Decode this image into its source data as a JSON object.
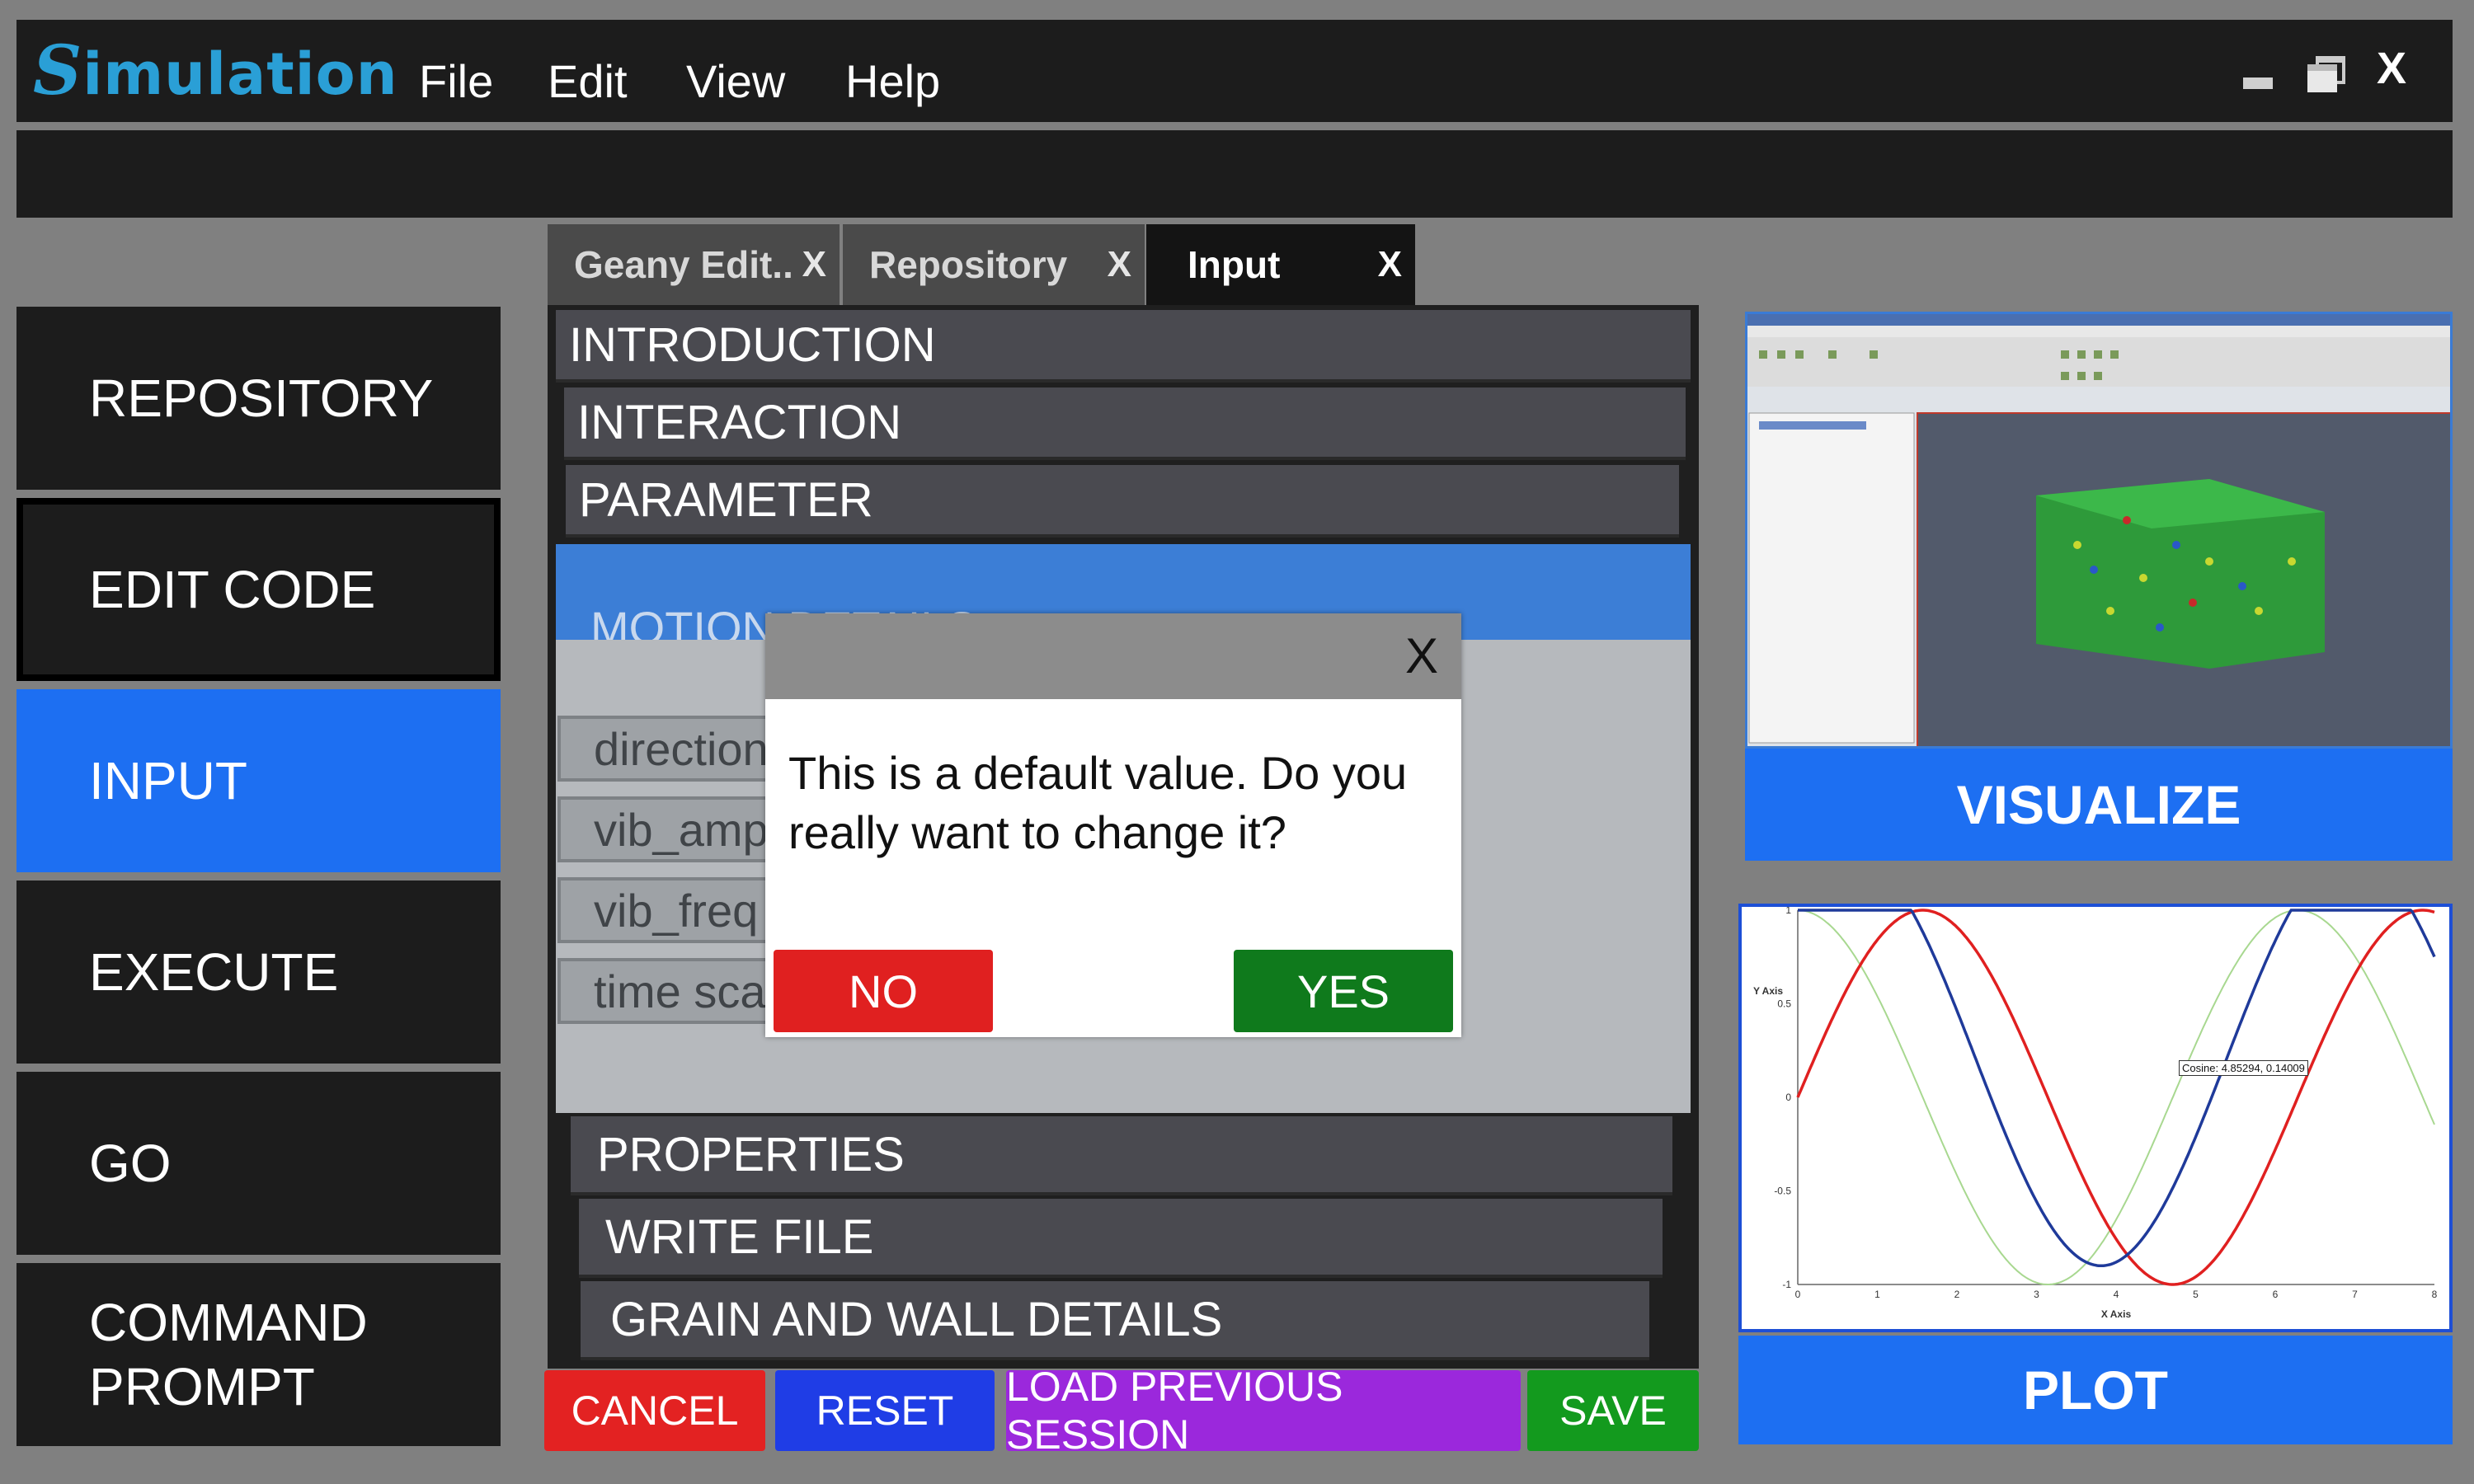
{
  "app": {
    "logo_initial": "S",
    "logo_rest": "imulation"
  },
  "menu": [
    "File",
    "Edit",
    "View",
    "Help"
  ],
  "window_controls": {
    "minimize": "minimize-icon",
    "maximize": "maximize-icon",
    "close": "X"
  },
  "sidebar": [
    {
      "label": "REPOSITORY"
    },
    {
      "label": "EDIT CODE"
    },
    {
      "label": "INPUT",
      "active": true
    },
    {
      "label": "EXECUTE"
    },
    {
      "label": "GO"
    },
    {
      "label": "COMMAND PROMPT"
    }
  ],
  "tabs": [
    {
      "label": "Geany Edit..",
      "close": "X"
    },
    {
      "label": "Repository",
      "close": "X"
    },
    {
      "label": "Input",
      "close": "X",
      "active": true
    }
  ],
  "sections_top": [
    "INTRODUCTION",
    "INTERACTION",
    "PARAMETER"
  ],
  "motion": {
    "header": "MOTION DETAILS",
    "fields": [
      "direction",
      "vib_amp",
      "vib_freq",
      "time sca"
    ]
  },
  "sections_bottom": [
    "PROPERTIES",
    "WRITE FILE",
    "GRAIN AND WALL DETAILS"
  ],
  "buttons": {
    "cancel": "CANCEL",
    "reset": "RESET",
    "load": "LOAD PREVIOUS SESSION",
    "save": "SAVE"
  },
  "dialog": {
    "close": "X",
    "message": "This is a default value. Do you really want to change it?",
    "no": "NO",
    "yes": "YES"
  },
  "visualize": {
    "label": "VISUALIZE"
  },
  "plot": {
    "label": "PLOT",
    "y_ticks": [
      "1",
      "0.5",
      "0",
      "-0.5",
      "-1"
    ],
    "x_ticks": [
      "0",
      "1",
      "2",
      "3",
      "4",
      "5",
      "6",
      "7",
      "8"
    ],
    "y_axis_label": "Y Axis",
    "x_axis_label": "X Axis",
    "tooltip": "Cosine: 4.85294, 0.14009"
  },
  "colors": {
    "accent_blue": "#1d6ff2",
    "no_red": "#e02020",
    "yes_green": "#0f7a1c",
    "cancel_red": "#e32222",
    "reset_blue": "#1f3de6",
    "load_purple": "#9b28dc",
    "save_green": "#139a1e"
  }
}
